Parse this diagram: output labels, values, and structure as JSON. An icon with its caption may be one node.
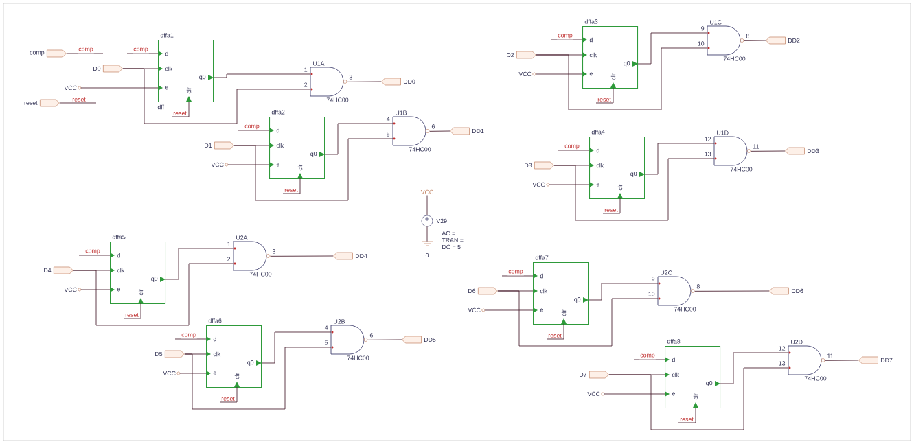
{
  "diagram": {
    "nodes": [
      {
        "text": [
          "D0"
        ]
      },
      {
        "text": [
          "VCC"
        ]
      },
      {
        "text": [
          "dffa1",
          "d",
          "clk",
          "e",
          "q0",
          "clr"
        ]
      },
      {
        "text": [
          "U1A",
          "74HC00"
        ],
        "beside": [
          "1",
          "2",
          "3"
        ]
      },
      {
        "text": [
          "DD0"
        ]
      },
      {
        "text": [
          "D1"
        ]
      },
      {
        "text": [
          "VCC"
        ]
      },
      {
        "text": [
          "dffa2",
          "d",
          "clk",
          "e",
          "q0",
          "clr"
        ]
      },
      {
        "text": [
          "U1B",
          "74HC00"
        ],
        "beside": [
          "4",
          "5",
          "6"
        ]
      },
      {
        "text": [
          "DD1"
        ]
      },
      {
        "text": [
          "D2"
        ]
      },
      {
        "text": [
          "VCC"
        ]
      },
      {
        "text": [
          "dffa3",
          "d",
          "clk",
          "e",
          "q0",
          "clr"
        ]
      },
      {
        "text": [
          "U1C",
          "74HC00"
        ],
        "beside": [
          "9",
          "10",
          "8"
        ]
      },
      {
        "text": [
          "DD2"
        ]
      },
      {
        "text": [
          "D3"
        ]
      },
      {
        "text": [
          "VCC"
        ]
      },
      {
        "text": [
          "dffa4",
          "d",
          "clk",
          "e",
          "q0",
          "clr"
        ]
      },
      {
        "text": [
          "U1D",
          "74HC00"
        ],
        "beside": [
          "12",
          "13",
          "11"
        ]
      },
      {
        "text": [
          "DD3"
        ]
      },
      {
        "text": [
          "D4"
        ]
      },
      {
        "text": [
          "VCC"
        ]
      },
      {
        "text": [
          "dffa5",
          "d",
          "clk",
          "e",
          "q0",
          "clr"
        ]
      },
      {
        "text": [
          "U2A",
          "74HC00"
        ],
        "beside": [
          "1",
          "2",
          "3"
        ]
      },
      {
        "text": [
          "DD4"
        ]
      },
      {
        "text": [
          "D5"
        ]
      },
      {
        "text": [
          "VCC"
        ]
      },
      {
        "text": [
          "dffa6",
          "d",
          "clk",
          "e",
          "q0",
          "clr"
        ]
      },
      {
        "text": [
          "U2B",
          "74HC00"
        ],
        "beside": [
          "4",
          "5",
          "6"
        ]
      },
      {
        "text": [
          "DD5"
        ]
      },
      {
        "text": [
          "D6"
        ]
      },
      {
        "text": [
          "VCC"
        ]
      },
      {
        "text": [
          "dffa7",
          "d",
          "clk",
          "e",
          "q0",
          "clr"
        ]
      },
      {
        "text": [
          "U2C",
          "74HC00"
        ],
        "beside": [
          "9",
          "10",
          "8"
        ]
      },
      {
        "text": [
          "DD6"
        ]
      },
      {
        "text": [
          "D7"
        ]
      },
      {
        "text": [
          "VCC"
        ]
      },
      {
        "text": [
          "dffa8",
          "d",
          "clk",
          "e",
          "q0",
          "clr"
        ]
      },
      {
        "text": [
          "U2D",
          "74HC00"
        ],
        "beside": [
          "12",
          "13",
          "11"
        ]
      },
      {
        "text": [
          "DD7"
        ]
      },
      {
        "text": [
          "comp"
        ]
      },
      {
        "text": [
          "reset"
        ]
      },
      {
        "text": [
          "VCC"
        ]
      },
      {
        "text": [],
        "shape": "circle",
        "beside": [
          "V29",
          "AC =",
          "TRAN =",
          "DC = 5"
        ]
      },
      {
        "text": [],
        "shape": "ground",
        "beside": [
          "0"
        ]
      }
    ],
    "edges": [
      {
        "from": 0,
        "to": 2,
        "arrow": "none"
      },
      {
        "from": 0,
        "to": 3,
        "arrow": "none"
      },
      {
        "from": 2,
        "to": 3,
        "arrow": "none"
      },
      {
        "from": 1,
        "to": 2,
        "arrow": "none"
      },
      {
        "from": 3,
        "to": 4,
        "arrow": "none"
      },
      {
        "from": null,
        "to": 2,
        "arrow": "none",
        "label": "comp"
      },
      {
        "from": null,
        "to": 2,
        "arrow": "none",
        "label": "reset"
      },
      {
        "from": 5,
        "to": 7,
        "arrow": "none"
      },
      {
        "from": 5,
        "to": 8,
        "arrow": "none"
      },
      {
        "from": 7,
        "to": 8,
        "arrow": "none"
      },
      {
        "from": 6,
        "to": 7,
        "arrow": "none"
      },
      {
        "from": 8,
        "to": 9,
        "arrow": "none"
      },
      {
        "from": null,
        "to": 7,
        "arrow": "none",
        "label": "comp"
      },
      {
        "from": null,
        "to": 7,
        "arrow": "none",
        "label": "reset"
      },
      {
        "from": 10,
        "to": 12,
        "arrow": "none"
      },
      {
        "from": 10,
        "to": 13,
        "arrow": "none"
      },
      {
        "from": 12,
        "to": 13,
        "arrow": "none"
      },
      {
        "from": 11,
        "to": 12,
        "arrow": "none"
      },
      {
        "from": 13,
        "to": 14,
        "arrow": "none"
      },
      {
        "from": null,
        "to": 12,
        "arrow": "none",
        "label": "comp"
      },
      {
        "from": null,
        "to": 12,
        "arrow": "none",
        "label": "reset"
      },
      {
        "from": 15,
        "to": 17,
        "arrow": "none"
      },
      {
        "from": 15,
        "to": 18,
        "arrow": "none"
      },
      {
        "from": 17,
        "to": 18,
        "arrow": "none"
      },
      {
        "from": 16,
        "to": 17,
        "arrow": "none"
      },
      {
        "from": 18,
        "to": 19,
        "arrow": "none"
      },
      {
        "from": null,
        "to": 17,
        "arrow": "none",
        "label": "comp"
      },
      {
        "from": null,
        "to": 17,
        "arrow": "none",
        "label": "reset"
      },
      {
        "from": 20,
        "to": 22,
        "arrow": "none"
      },
      {
        "from": 20,
        "to": 23,
        "arrow": "none"
      },
      {
        "from": 22,
        "to": 23,
        "arrow": "none"
      },
      {
        "from": 21,
        "to": 22,
        "arrow": "none"
      },
      {
        "from": 23,
        "to": 24,
        "arrow": "none"
      },
      {
        "from": null,
        "to": 22,
        "arrow": "none",
        "label": "comp"
      },
      {
        "from": null,
        "to": 22,
        "arrow": "none",
        "label": "reset"
      },
      {
        "from": 25,
        "to": 27,
        "arrow": "none"
      },
      {
        "from": 25,
        "to": 28,
        "arrow": "none"
      },
      {
        "from": 27,
        "to": 28,
        "arrow": "none"
      },
      {
        "from": 26,
        "to": 27,
        "arrow": "none"
      },
      {
        "from": 28,
        "to": 29,
        "arrow": "none"
      },
      {
        "from": null,
        "to": 27,
        "arrow": "none",
        "label": "comp"
      },
      {
        "from": null,
        "to": 27,
        "arrow": "none",
        "label": "reset"
      },
      {
        "from": 30,
        "to": 32,
        "arrow": "none"
      },
      {
        "from": 30,
        "to": 33,
        "arrow": "none"
      },
      {
        "from": 32,
        "to": 33,
        "arrow": "none"
      },
      {
        "from": 31,
        "to": 32,
        "arrow": "none"
      },
      {
        "from": 33,
        "to": 34,
        "arrow": "none"
      },
      {
        "from": null,
        "to": 32,
        "arrow": "none",
        "label": "comp"
      },
      {
        "from": null,
        "to": 32,
        "arrow": "none",
        "label": "reset"
      },
      {
        "from": 35,
        "to": 37,
        "arrow": "none"
      },
      {
        "from": 35,
        "to": 38,
        "arrow": "none"
      },
      {
        "from": 37,
        "to": 38,
        "arrow": "none"
      },
      {
        "from": 36,
        "to": 37,
        "arrow": "none"
      },
      {
        "from": 38,
        "to": 39,
        "arrow": "none"
      },
      {
        "from": null,
        "to": 37,
        "arrow": "none",
        "label": "comp"
      },
      {
        "from": null,
        "to": 37,
        "arrow": "none",
        "label": "reset"
      },
      {
        "from": 40,
        "to": null,
        "arrow": "none",
        "label": "comp"
      },
      {
        "from": 41,
        "to": null,
        "arrow": "none",
        "label": "reset"
      },
      {
        "from": 42,
        "to": 43,
        "arrow": "none"
      },
      {
        "from": 43,
        "to": 44,
        "arrow": "none"
      }
    ],
    "labels": [
      "dff"
    ]
  }
}
